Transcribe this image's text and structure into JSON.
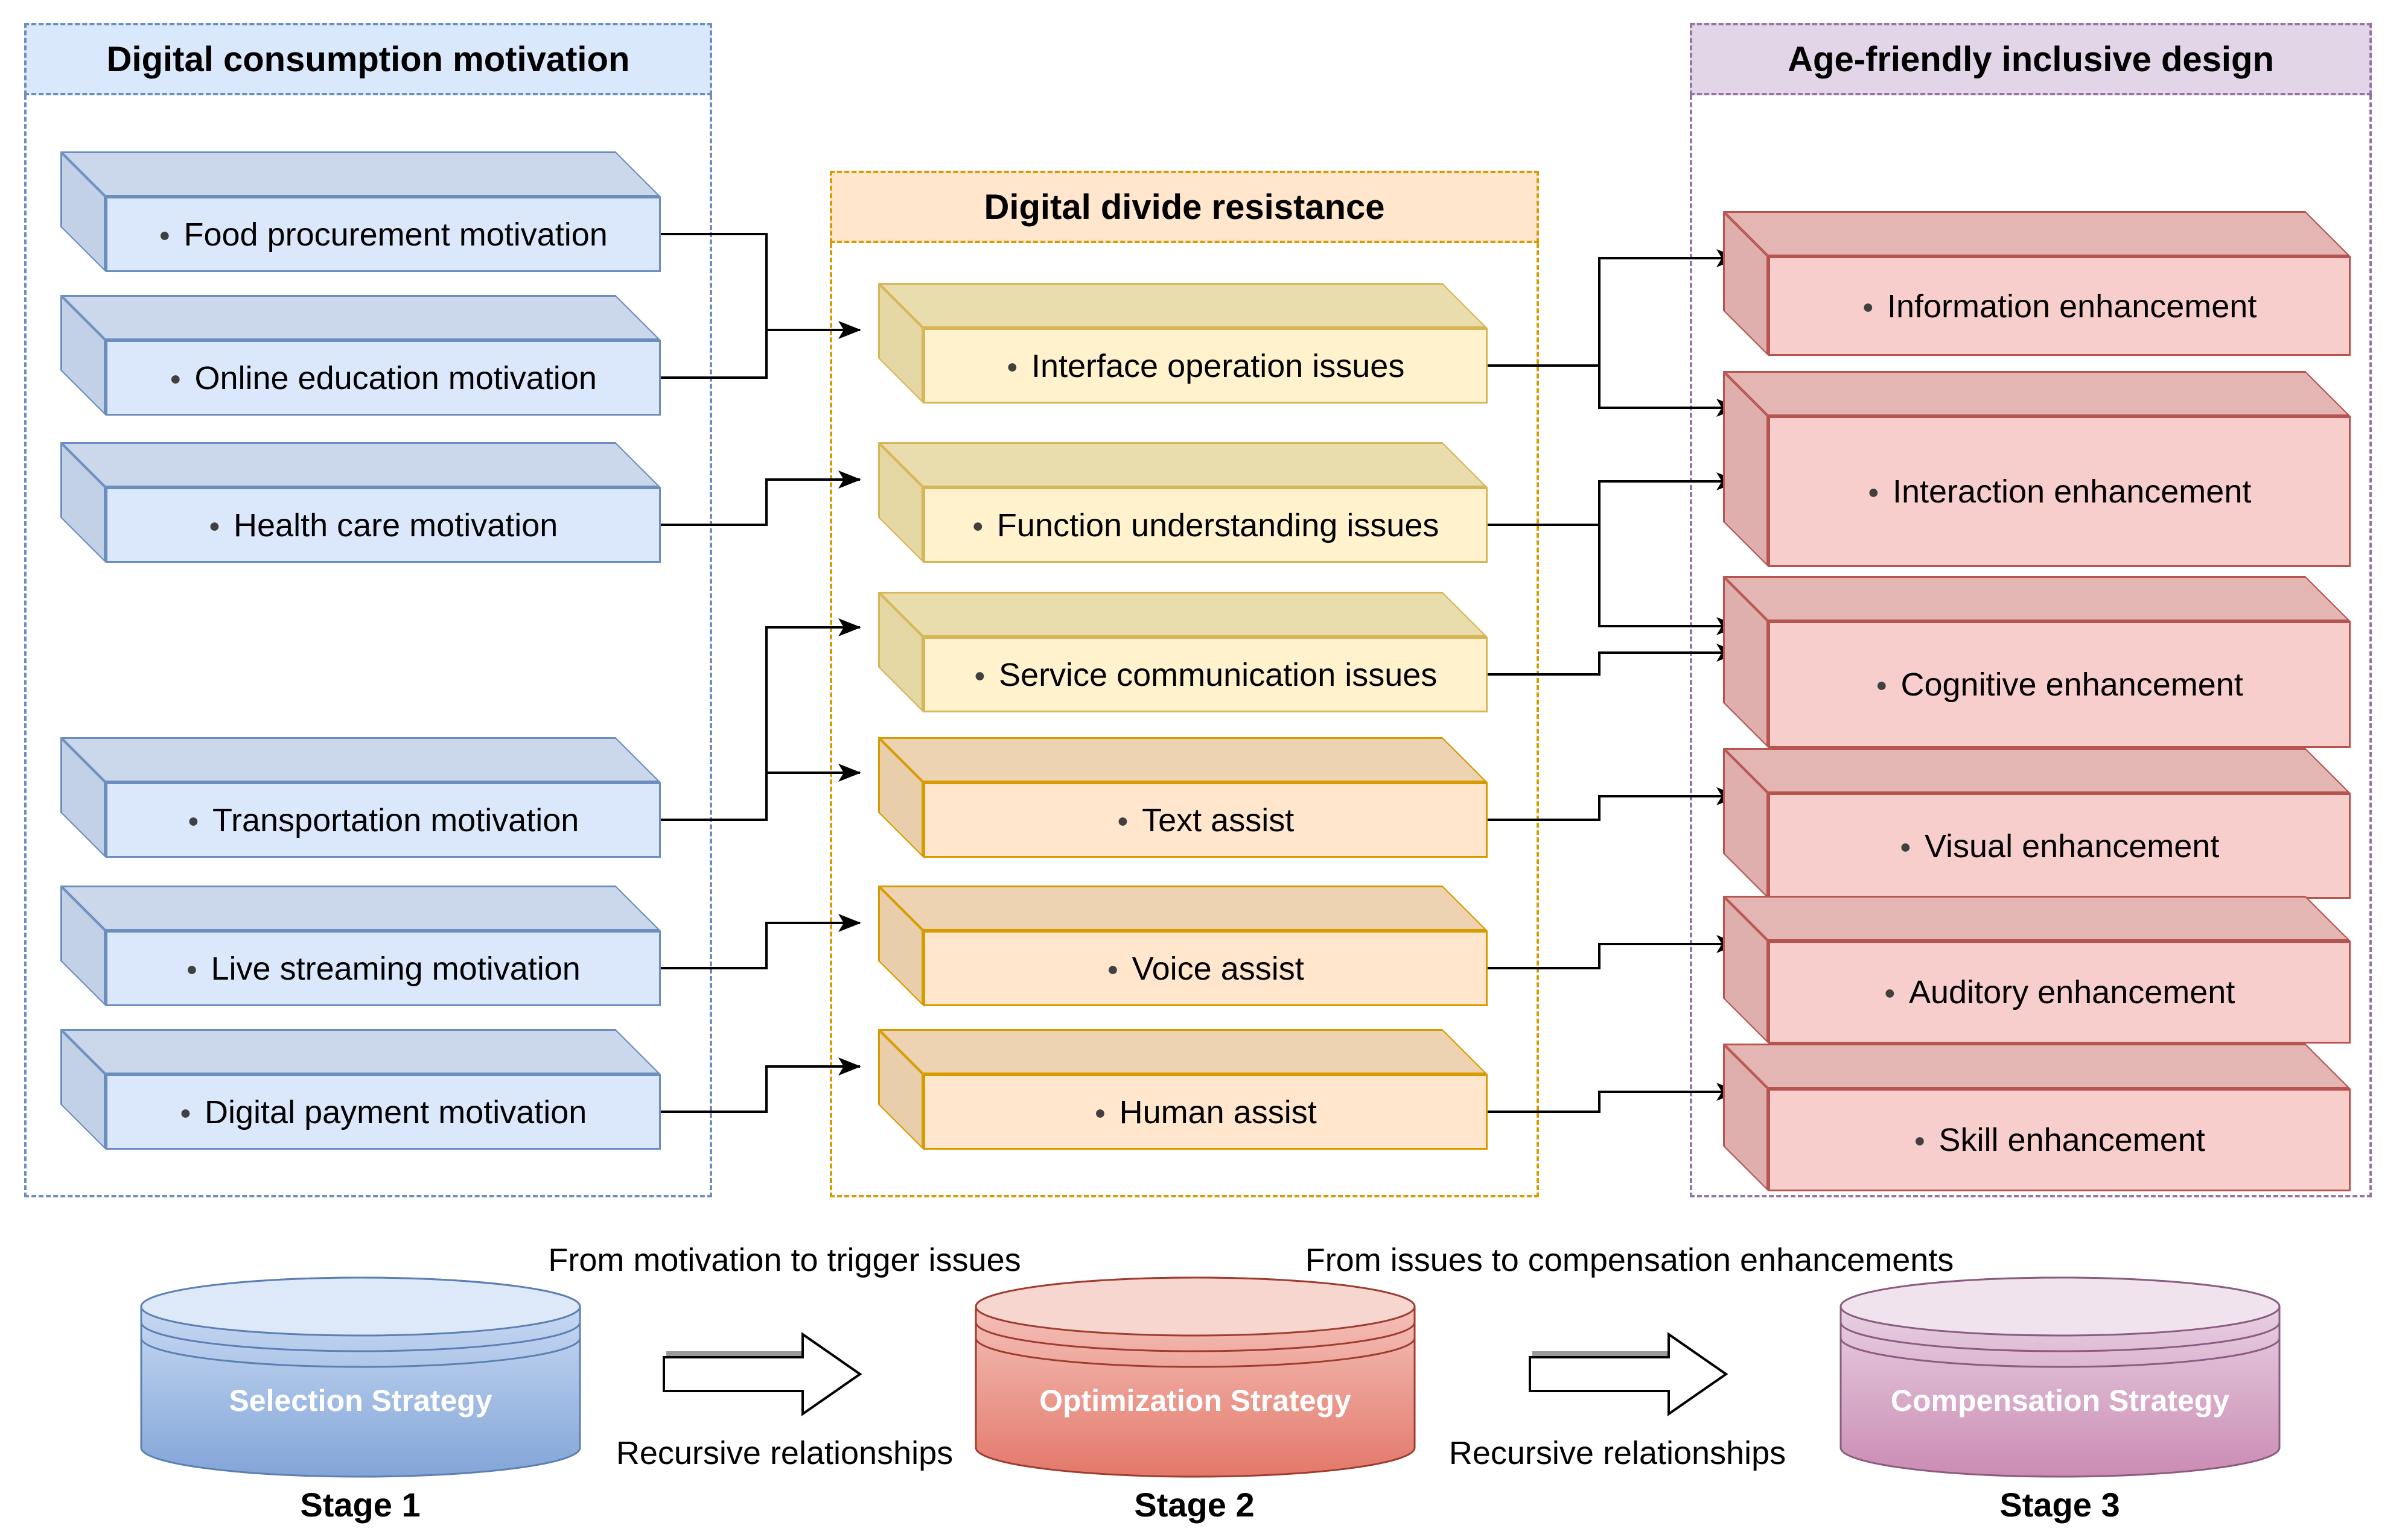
{
  "glyphs": {
    "bullet": "●"
  },
  "panels": {
    "left": {
      "title": "Digital consumption motivation",
      "boxes": [
        "Food procurement motivation",
        "Online education motivation",
        "Health care motivation",
        "Transportation motivation",
        "Live streaming motivation",
        "Digital payment motivation"
      ]
    },
    "middle": {
      "title": "Digital divide resistance",
      "boxes": [
        "Interface operation issues",
        "Function understanding issues",
        "Service communication issues",
        "Text assist",
        "Voice assist",
        "Human assist"
      ]
    },
    "right": {
      "title": "Age-friendly inclusive design",
      "boxes": [
        "Information enhancement",
        "Interaction enhancement",
        "Cognitive enhancement",
        "Visual enhancement",
        "Auditory enhancement",
        "Skill enhancement"
      ]
    }
  },
  "connections": {
    "left_to_middle": [
      {
        "from": [
          "Food procurement motivation",
          "Online education motivation"
        ],
        "to": [
          "Interface operation issues"
        ]
      },
      {
        "from": [
          "Health care motivation"
        ],
        "to": [
          "Function understanding issues"
        ]
      },
      {
        "from": [
          "Transportation motivation"
        ],
        "to": [
          "Service communication issues",
          "Text assist"
        ]
      },
      {
        "from": [
          "Live streaming motivation"
        ],
        "to": [
          "Voice assist"
        ]
      },
      {
        "from": [
          "Digital payment motivation"
        ],
        "to": [
          "Human assist"
        ]
      }
    ],
    "middle_to_right": [
      {
        "from": [
          "Interface operation issues"
        ],
        "to": [
          "Information enhancement",
          "Interaction enhancement"
        ]
      },
      {
        "from": [
          "Function understanding issues"
        ],
        "to": [
          "Interaction enhancement",
          "Cognitive enhancement"
        ]
      },
      {
        "from": [
          "Service communication issues"
        ],
        "to": [
          "Cognitive enhancement"
        ]
      },
      {
        "from": [
          "Text assist"
        ],
        "to": [
          "Visual enhancement"
        ]
      },
      {
        "from": [
          "Voice assist"
        ],
        "to": [
          "Auditory enhancement"
        ]
      },
      {
        "from": [
          "Human assist"
        ],
        "to": [
          "Skill enhancement"
        ]
      }
    ]
  },
  "flow": {
    "arrow1_label": "From motivation to trigger issues",
    "arrow2_label": "From issues to compensation enhancements",
    "recursive_label_1": "Recursive relationships",
    "recursive_label_2": "Recursive relationships",
    "stages": [
      {
        "name": "Selection Strategy",
        "label": "Stage 1"
      },
      {
        "name": "Optimization Strategy",
        "label": "Stage 2"
      },
      {
        "name": "Compensation Strategy",
        "label": "Stage 3"
      }
    ]
  },
  "colors": {
    "blue_fill": "#dbe8fb",
    "blue_stroke": "#6c8ebf",
    "yellow_fill": "#fff2cc",
    "yellow_stroke": "#d6b656",
    "orange_fill": "#ffe6cc",
    "orange_stroke": "#d79b00",
    "pink_fill": "#f8cecc",
    "pink_stroke": "#b85450",
    "purple_fill": "#e1d5e7",
    "purple_stroke": "#9673a6",
    "connector": "#000000",
    "cylinder_blue_top": "#d3e2f7",
    "cylinder_blue_bottom": "#82a5d8",
    "cylinder_red_top": "#f7cdc6",
    "cylinder_red_bottom": "#e3786a",
    "cylinder_purple_top": "#ecdcea",
    "cylinder_purple_bottom": "#cb8bb3"
  }
}
